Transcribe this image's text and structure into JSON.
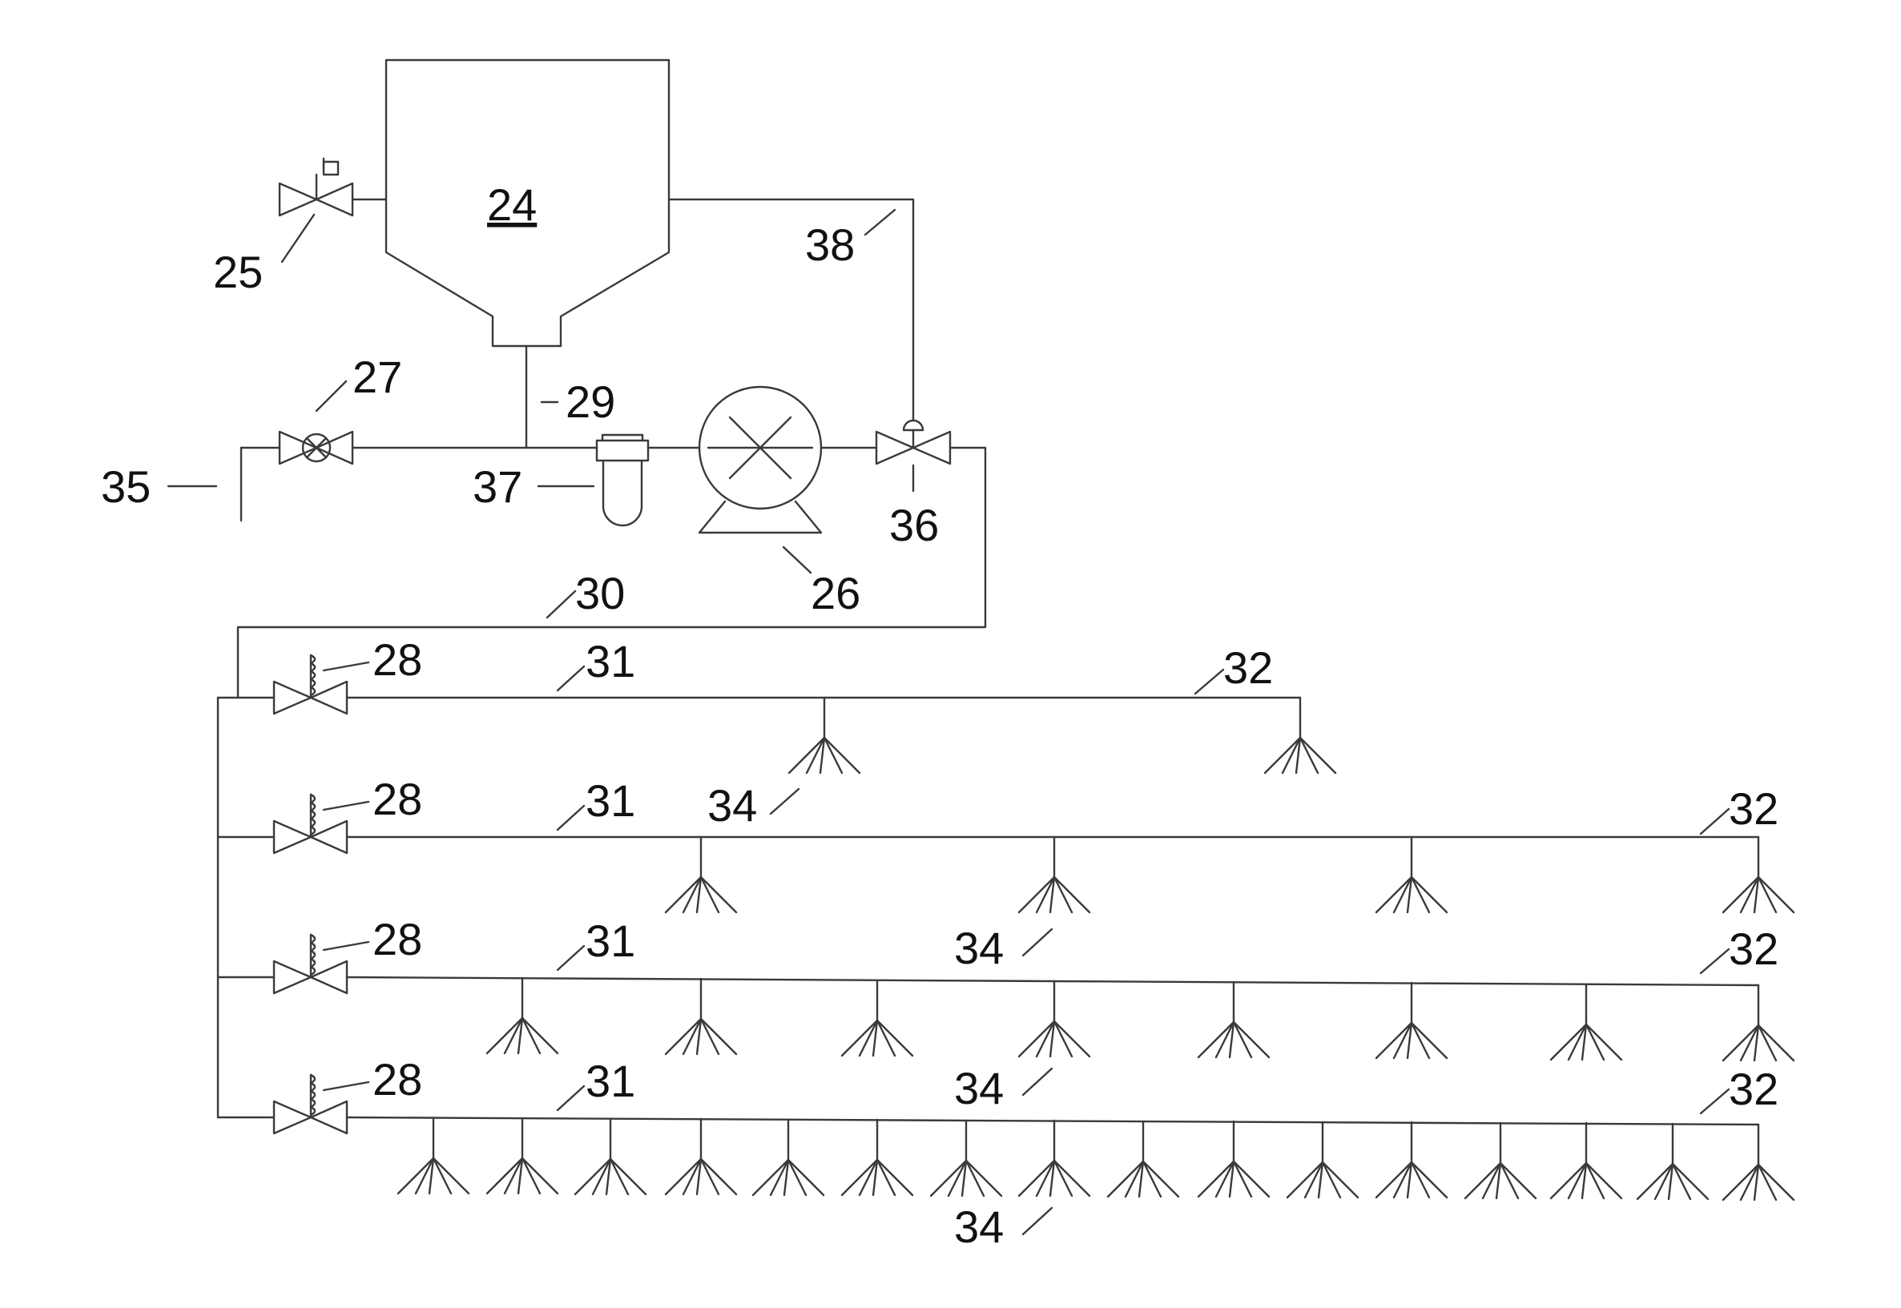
{
  "figure": {
    "labels": {
      "tank": "24",
      "valve_25": "25",
      "pump": "26",
      "valve_27": "27",
      "valve_28": "28",
      "pipe_29": "29",
      "pipe_30": "30",
      "branch": "31",
      "branch_end": "32",
      "nozzle": "34",
      "inlet": "35",
      "valve_36": "36",
      "filter": "37",
      "return_line": "38"
    },
    "branches": [
      {
        "nozzle_count": 2
      },
      {
        "nozzle_count": 4
      },
      {
        "nozzle_count": 8
      },
      {
        "nozzle_count": 16
      }
    ]
  }
}
